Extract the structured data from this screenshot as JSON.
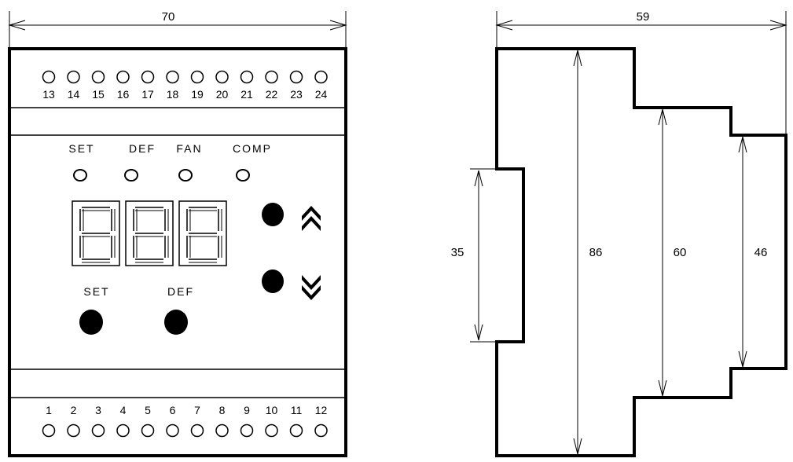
{
  "front_view": {
    "width_dim": "70",
    "top_terminals": [
      "13",
      "14",
      "15",
      "16",
      "17",
      "18",
      "19",
      "20",
      "21",
      "22",
      "23",
      "24"
    ],
    "bottom_terminals": [
      "1",
      "2",
      "3",
      "4",
      "5",
      "6",
      "7",
      "8",
      "9",
      "10",
      "11",
      "12"
    ],
    "led_labels": [
      "SET",
      "DEF",
      "FAN",
      "COMP"
    ],
    "button_labels": {
      "set": "SET",
      "def": "DEF"
    },
    "display_digits": 3
  },
  "side_view": {
    "width_dim": "59",
    "dims": {
      "rail": "35",
      "total": "86",
      "middle": "60",
      "front": "46"
    }
  },
  "colors": {
    "line": "#000000",
    "background": "#ffffff"
  }
}
